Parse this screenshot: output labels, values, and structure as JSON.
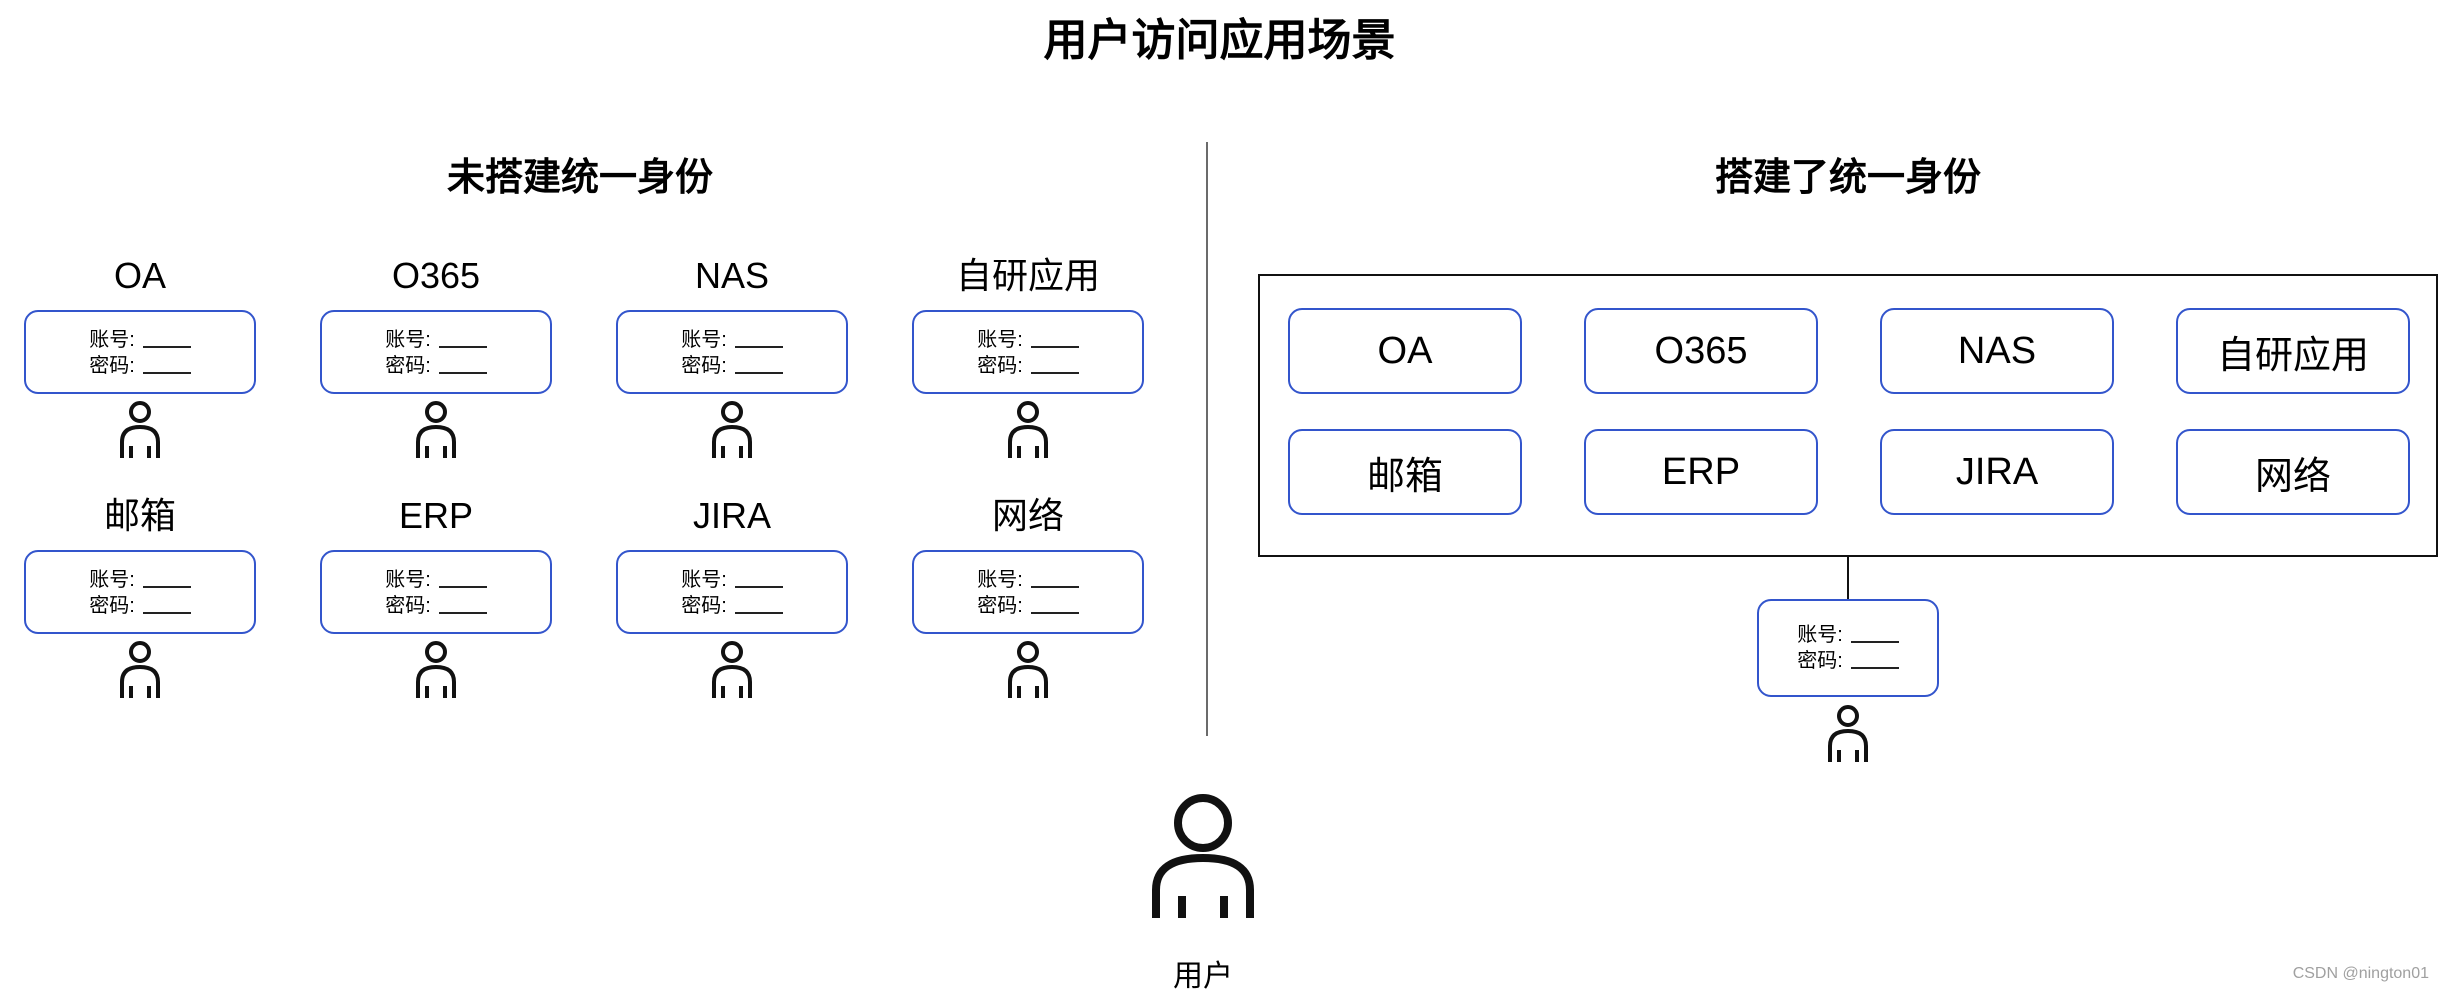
{
  "title": "用户访问应用场景",
  "left": {
    "heading": "未搭建统一身份",
    "apps": [
      {
        "label": "OA"
      },
      {
        "label": "O365"
      },
      {
        "label": "NAS"
      },
      {
        "label": "自研应用"
      },
      {
        "label": "邮箱"
      },
      {
        "label": "ERP"
      },
      {
        "label": "JIRA"
      },
      {
        "label": "网络"
      }
    ]
  },
  "right": {
    "heading": "搭建了统一身份",
    "apps": [
      {
        "label": "OA"
      },
      {
        "label": "O365"
      },
      {
        "label": "NAS"
      },
      {
        "label": "自研应用"
      },
      {
        "label": "邮箱"
      },
      {
        "label": "ERP"
      },
      {
        "label": "JIRA"
      },
      {
        "label": "网络"
      }
    ]
  },
  "credential": {
    "account_label": "账号:",
    "password_label": "密码:"
  },
  "user": {
    "label": "用户",
    "icon": "person-icon"
  },
  "watermark": "CSDN @nington01",
  "colors": {
    "box_border": "#3355cc",
    "frame_border": "#111111",
    "divider": "#6b6b6b"
  }
}
